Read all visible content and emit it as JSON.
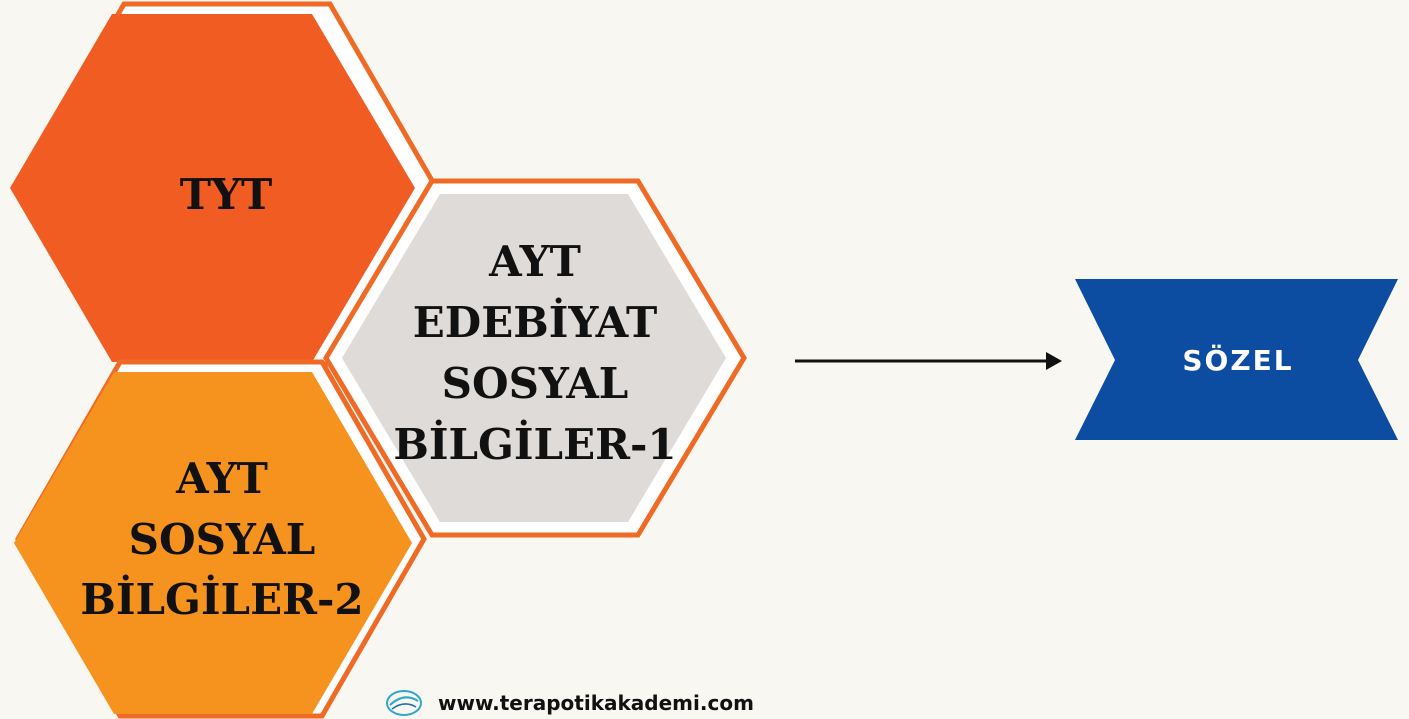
{
  "colors": {
    "background": "#f8f7f1",
    "tyt_fill": "#f05c22",
    "ayt2_fill": "#f6921e",
    "ayt1_fill": "#dedbd8",
    "hex_outline": "#ef6a24",
    "ribbon_fill": "#0c4da2",
    "arrow": "#111111"
  },
  "hexagons": {
    "tyt": {
      "lines": [
        "TYT"
      ]
    },
    "ayt1": {
      "lines": [
        "AYT",
        "EDEBİYAT",
        "SOSYAL",
        "BİLGİLER-1"
      ]
    },
    "ayt2": {
      "lines": [
        "AYT",
        "SOSYAL",
        "BİLGİLER-2"
      ]
    }
  },
  "ribbon": {
    "label": "SÖZEL"
  },
  "footer": {
    "url": "www.terapotikakademi.com"
  }
}
